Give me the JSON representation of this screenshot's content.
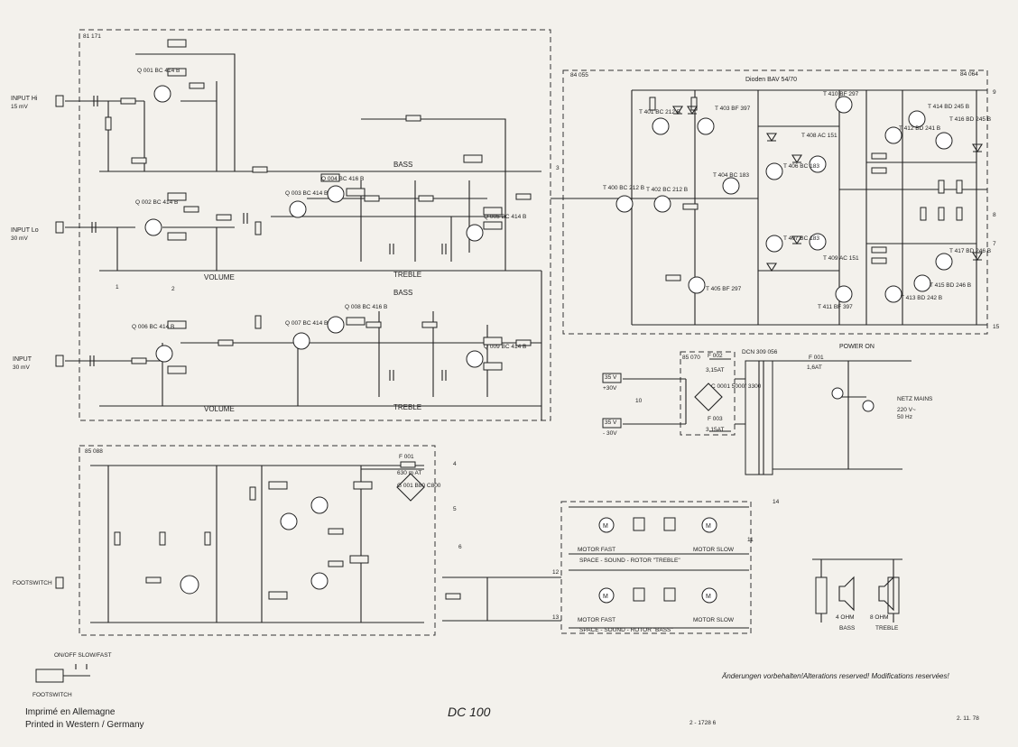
{
  "boards": {
    "b1": "81 171",
    "b2": "84 055",
    "b3": "84 064",
    "b4": "85 088",
    "b5": "85 070"
  },
  "inputs": {
    "hi": "INPUT  Hi",
    "hi_level": "15 mV",
    "lo": "INPUT  Lo",
    "lo_level": "30 mV",
    "in": "INPUT",
    "in_level": "30 mV",
    "footswitch": "FOOTSWITCH"
  },
  "labels": {
    "bass": "BASS",
    "treble": "TREBLE",
    "volume": "VOLUME",
    "dioden": "Dioden    BAV 54/70",
    "power_on": "POWER ON",
    "mains": "NETZ\nMAINS",
    "mains_voltage": "220 V~",
    "mains_freq": "50 Hz",
    "transformer": "DCN 309 056",
    "fuse_mains": "F 001",
    "fuse_mains_val": "1,6AT",
    "motor_fast": "MOTOR FAST",
    "motor_slow": "MOTOR SLOW",
    "rotor_treble": "SPACE - SOUND - ROTOR  \"TREBLE\"",
    "rotor_bass": "SPACE - SOUND - ROTOR  \"BASS\"",
    "bass_spk": "BASS",
    "treble_spk": "TREBLE",
    "ohm4": "4 OHM",
    "ohm8": "8 OHM",
    "onoff": "ON/OFF   SLOW/FAST",
    "footswitch_plug": "FOOTSWITCH"
  },
  "transistors": [
    "Q 001\nBC 414 B",
    "Q 002\nBC 414 B",
    "Q 003\nBC 414 B",
    "Q 004\nBC 416 B",
    "Q 005\nBC 414 B",
    "Q 006\nBC 414 B",
    "Q 007\nBC 414 B",
    "Q 008\nBC 416 B",
    "Q 009\nBC 414 B",
    "T 400\nBC 212 B",
    "T 401\nBC 212 B",
    "T 402\nBC 212 B",
    "T 403\nBF 397",
    "T 404\nBC 183",
    "T 405\nBF 297",
    "T 406\nBC 183",
    "T 407\nBC 183",
    "T 408\nAC 151",
    "T 409\nAC 151",
    "T 410\nBF 297",
    "T 411\nBF 397",
    "T 412\nBD 241 B",
    "T 413\nBD 242 B",
    "T 414\nBD 245 B",
    "T 415\nBD 246 B",
    "T 416\nBD 245 B",
    "T 417\nBD 246 B"
  ],
  "power": {
    "plus35": "35 V",
    "plus30": "+30V",
    "minus35": "35 V",
    "minus30": "- 30V",
    "f002": "F 002",
    "f002_val": "3,15AT",
    "f003": "F 003",
    "f003_val": "3,15AT",
    "c_main": "C 0001\n5000/\n3300",
    "f001b": "F 001",
    "f001b_val": "630 m AT",
    "rect": "G 001\nB80 C800"
  },
  "footer": {
    "line1": "Imprimé en Allemagne",
    "line2": "Printed in Western / Germany",
    "model": "DC 100",
    "code": "2 - 1728 6",
    "date": "2. 11. 78",
    "notice": "Änderungen vorbehalten!Alterations reserved! Modifications reservées!"
  },
  "nodes": [
    "1",
    "2",
    "3",
    "4",
    "5",
    "6",
    "7",
    "8",
    "9",
    "10",
    "11",
    "12",
    "13",
    "14",
    "15"
  ]
}
